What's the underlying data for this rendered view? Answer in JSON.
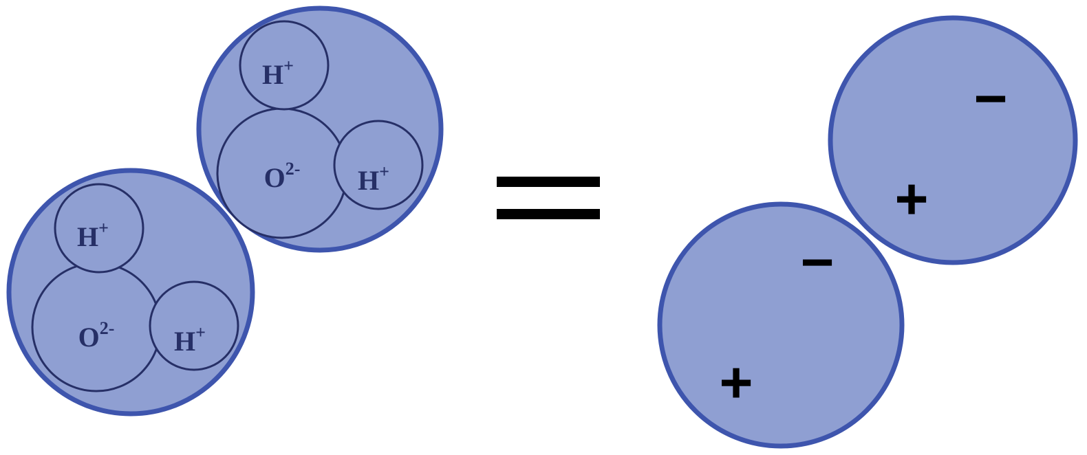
{
  "colors": {
    "background": "#ffffff",
    "molecule_fill": "#8f9fd2",
    "molecule_outline": "#3e55ad",
    "atom_outline": "#262f66",
    "label_text": "#262f66",
    "sign_text": "#000000",
    "equals_sign": "#000000"
  },
  "molecule_detailed_top": {
    "hydrogen_top": {
      "symbol": "H",
      "charge": "+"
    },
    "oxygen": {
      "symbol": "O",
      "charge": "2-"
    },
    "hydrogen_right": {
      "symbol": "H",
      "charge": "+"
    }
  },
  "molecule_detailed_bottom": {
    "hydrogen_top": {
      "symbol": "H",
      "charge": "+"
    },
    "oxygen": {
      "symbol": "O",
      "charge": "2-"
    },
    "hydrogen_right": {
      "symbol": "H",
      "charge": "+"
    }
  },
  "dipole_top": {
    "negative_sign": "−",
    "positive_sign": "+"
  },
  "dipole_bottom": {
    "negative_sign": "−",
    "positive_sign": "+"
  }
}
